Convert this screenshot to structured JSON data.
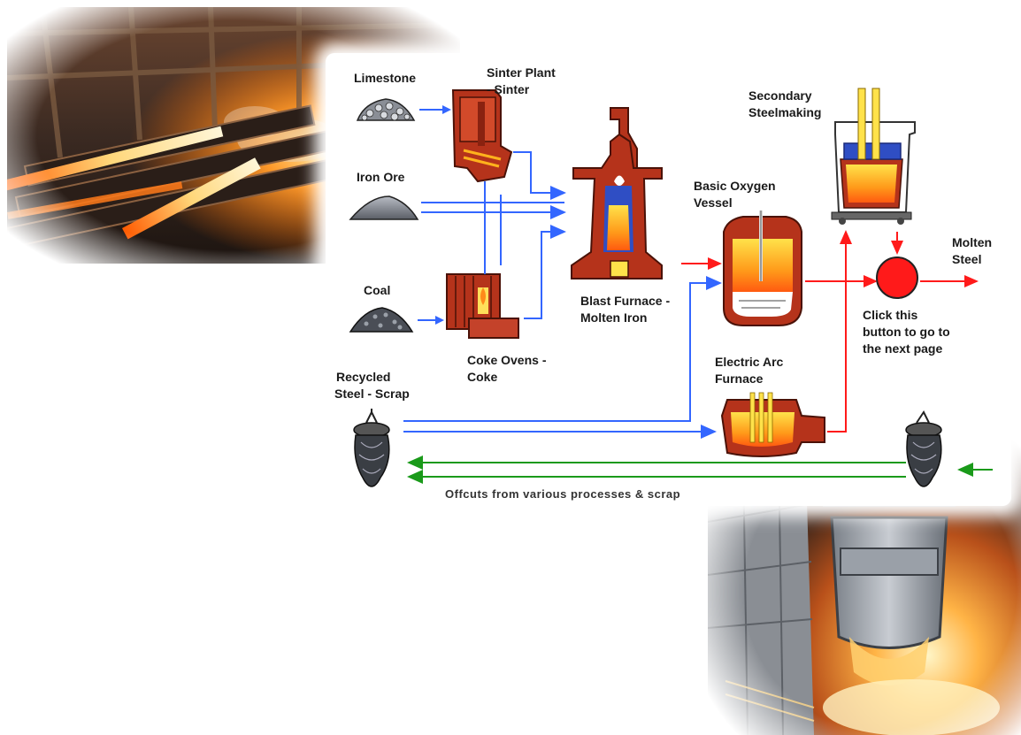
{
  "labels": {
    "limestone": "Limestone",
    "sinter_plant_1": "Sinter Plant",
    "sinter_plant_2": "- Sinter",
    "iron_ore": "Iron Ore",
    "coal": "Coal",
    "coke_ovens_1": "Coke Ovens -",
    "coke_ovens_2": "Coke",
    "blast_furnace_1": "Blast Furnace -",
    "blast_furnace_2": "Molten Iron",
    "bov_1": "Basic Oxygen",
    "bov_2": "Vessel",
    "secondary_1": "Secondary",
    "secondary_2": "Steelmaking",
    "molten_steel_1": "Molten",
    "molten_steel_2": "Steel",
    "click_1": "Click this",
    "click_2": "button to go to",
    "click_3": "the next page",
    "recycled_1": "Recycled",
    "recycled_2": "Steel - Scrap",
    "eaf_1": "Electric Arc",
    "eaf_2": "Furnace",
    "offcuts": "Offcuts from various processes & scrap"
  },
  "colors": {
    "blue_flow": "#3366ff",
    "red_flow": "#ff1a1a",
    "green_flow": "#1a9a1a",
    "furnace_brick": "#b5331b",
    "molten": "#ffb21c",
    "next_button": "#ff1a1a"
  },
  "icons": {
    "limestone": "rock-pile-icon",
    "iron_ore": "ore-pile-icon",
    "coal": "coal-pile-icon",
    "sinter": "sinter-plant-icon",
    "coke": "coke-oven-icon",
    "blast": "blast-furnace-icon",
    "bov": "oxygen-vessel-icon",
    "eaf": "arc-furnace-icon",
    "ladle": "ladle-icon",
    "magnet": "scrap-magnet-icon",
    "next": "next-page-button"
  }
}
